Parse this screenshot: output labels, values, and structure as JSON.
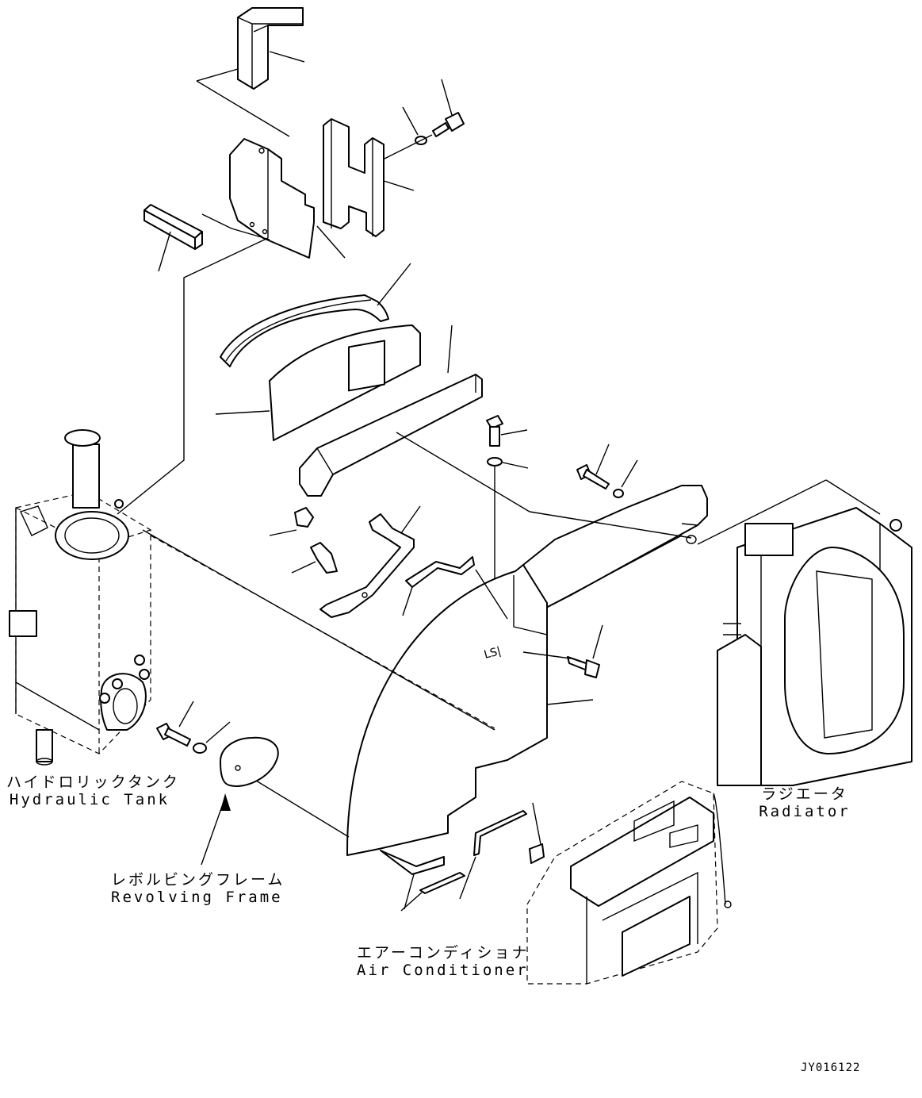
{
  "labels": {
    "hydraulic_tank": {
      "jp": "ハイドロリックタンク",
      "en": "Hydraulic Tank"
    },
    "radiator": {
      "jp": "ラジエータ",
      "en": "Radiator"
    },
    "revolving_frame": {
      "jp": "レボルビングフレーム",
      "en": "Revolving Frame"
    },
    "air_conditioner": {
      "jp": "エアーコンディショナ",
      "en": "Air Conditioner"
    }
  },
  "drawing_code": "JY016122",
  "colors": {
    "line": "#000000",
    "background": "#ffffff"
  }
}
